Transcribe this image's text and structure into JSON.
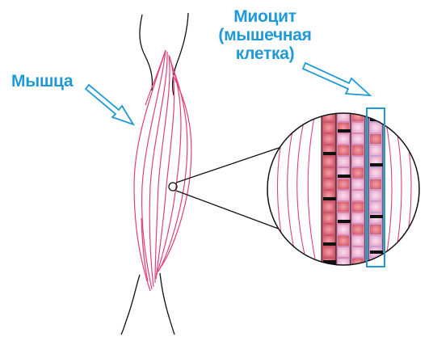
{
  "labels": {
    "muscle": "Мышца",
    "myocyte_line1": "Миоцит",
    "myocyte_line2": "(мышечная",
    "myocyte_line3": "клетка)"
  },
  "colors": {
    "label": "#1f9ad6",
    "arrow": "#1f9ad6",
    "fiber": "#e0407a",
    "outline": "#111111",
    "highlight": "#1f9ad6"
  },
  "icons": {
    "arrow_muscle": "hollow-arrow-icon",
    "arrow_myocyte": "hollow-arrow-icon"
  }
}
